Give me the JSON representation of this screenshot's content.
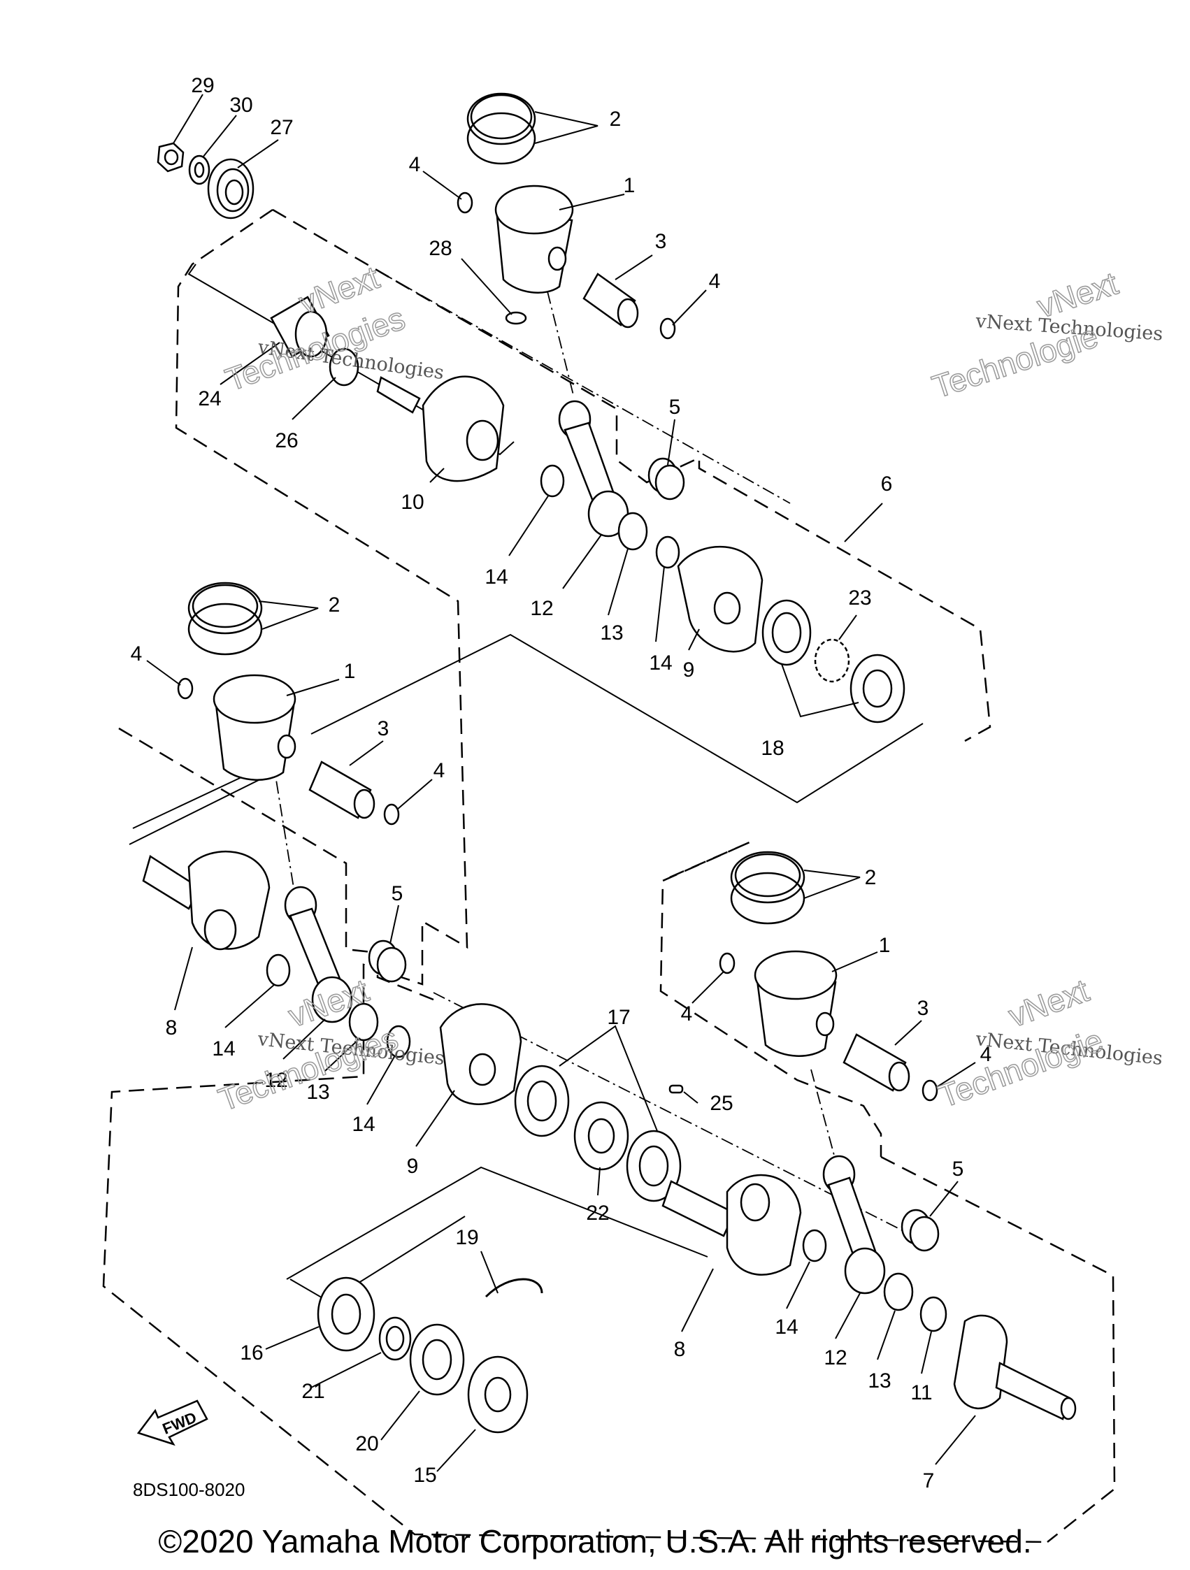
{
  "diagram": {
    "callouts": {
      "p29": "29",
      "p30": "30",
      "p27": "27",
      "p2a": "2",
      "p4a": "4",
      "p1a": "1",
      "p3a": "3",
      "p4b": "4",
      "p28": "28",
      "p24": "24",
      "p26": "26",
      "p10": "10",
      "p5a": "5",
      "p6": "6",
      "p14a": "14",
      "p12a": "12",
      "p13a": "13",
      "p14b": "14",
      "p9a": "9",
      "p23": "23",
      "p18": "18",
      "p2b": "2",
      "p4c": "4",
      "p1b": "1",
      "p3b": "3",
      "p4d": "4",
      "p5b": "5",
      "p8a": "8",
      "p14c": "14",
      "p12b": "12",
      "p13b": "13",
      "p14d": "14",
      "p9b": "9",
      "p17": "17",
      "p25": "25",
      "p22": "22",
      "p2c": "2",
      "p1c": "1",
      "p4e": "4",
      "p3c": "3",
      "p4f": "4",
      "p5c": "5",
      "p19": "19",
      "p16": "16",
      "p21": "21",
      "p20": "20",
      "p15": "15",
      "p8b": "8",
      "p14e": "14",
      "p12c": "12",
      "p13c": "13",
      "p11": "11",
      "p7": "7"
    },
    "fwd_label": "FWD",
    "code": "8DS100-8020",
    "watermarks": {
      "small": "vNext Technologies",
      "top": "vNext",
      "bottom": "Technologies",
      "bottom_clipped": "Technologie"
    }
  },
  "footer": {
    "copyright": "©2020 Yamaha Motor Corporation, U.S.A. All rights reserved."
  }
}
